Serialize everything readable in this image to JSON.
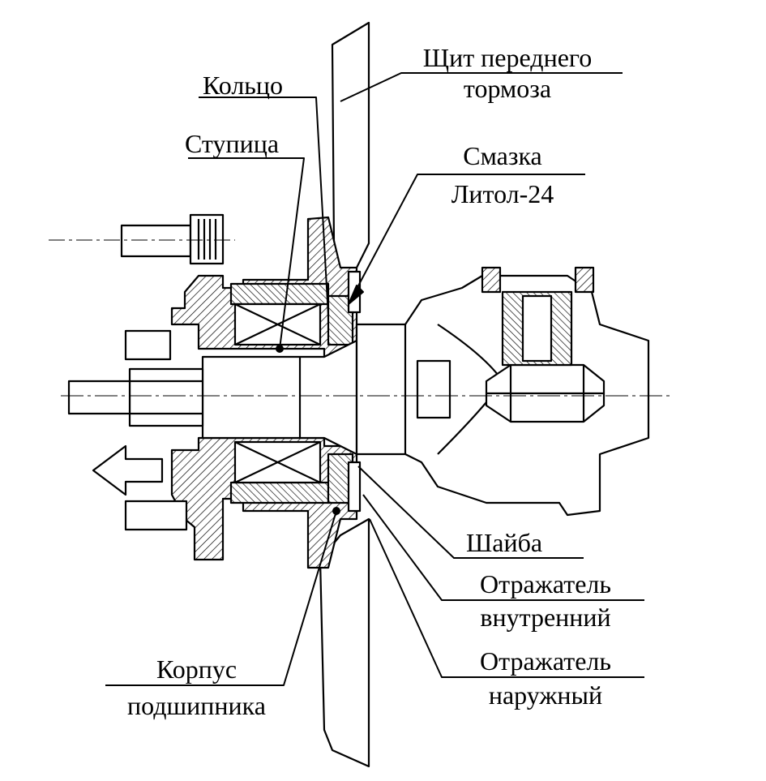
{
  "diagram": {
    "labels": {
      "shield_l1": "Щит переднего",
      "shield_l2": "тормоза",
      "ring": "Кольцо",
      "hub": "Ступица",
      "grease_l1": "Смазка",
      "grease_l2": "Литол-24",
      "washer": "Шайба",
      "refl_in_l1": "Отражатель",
      "refl_in_l2": "внутренний",
      "refl_out_l1": "Отражатель",
      "refl_out_l2": "наружный",
      "housing_l1": "Корпус",
      "housing_l2": "подшипника"
    },
    "colors": {
      "ink": "#000000",
      "paper": "#ffffff"
    }
  }
}
